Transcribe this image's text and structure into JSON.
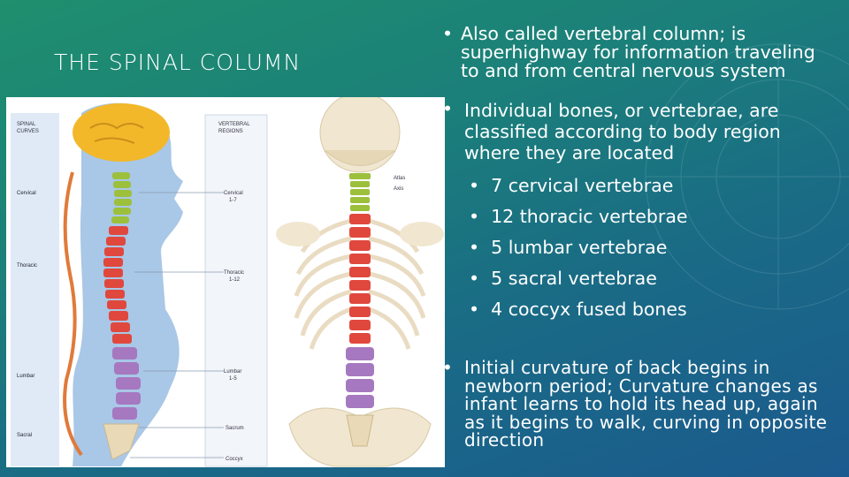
{
  "slide": {
    "title": "THE SPINAL COLUMN",
    "bullets": [
      "Also called vertebral column; is superhighway for information traveling to and from central nervous system",
      "Individual bones, or vertebrae, are classified according to body region where they are located"
    ],
    "sub_bullets": [
      "7 cervical vertebrae",
      "12 thoracic vertebrae",
      "5 lumbar vertebrae",
      "5 sacral vertebrae",
      "4  coccyx fused bones"
    ],
    "bullet3": "Initial curvature of back begins in newborn period; Curvature changes as infant learns to hold its head up, again as it begins to walk, curving in opposite direction",
    "bullet_symbol": "•"
  },
  "figure": {
    "curves_header": "SPINAL\nCURVES",
    "regions_header": "VERTEBRAL\nREGIONS",
    "curve_labels": [
      "Cervical",
      "Thoracic",
      "Lumbar",
      "Sacral"
    ],
    "region_labels": [
      "Cervical\n1-7",
      "Thoracic\n1-12",
      "Lumbar\n1-5",
      "Sacrum",
      "Coccyx"
    ],
    "back_labels": [
      "Atlas",
      "Axis"
    ],
    "colors": {
      "cervical": "#9cc03b",
      "thoracic": "#e0483e",
      "lumbar": "#a678c0",
      "sacral": "#e9d9b6",
      "skin": "#a9c7e6",
      "brain": "#f2b82a",
      "bone": "#f1e6cf"
    }
  }
}
